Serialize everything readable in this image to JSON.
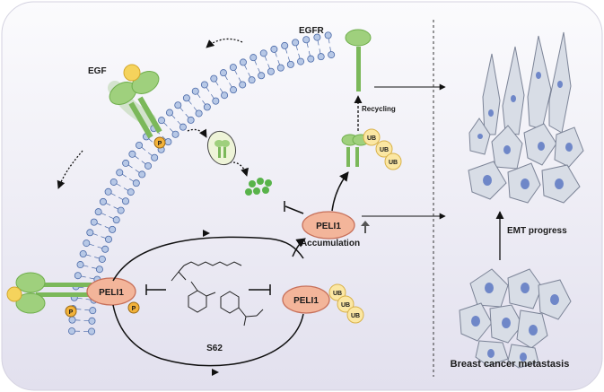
{
  "labels": {
    "egf": "EGF",
    "egfr": "EGFR",
    "recycling": "Recycling",
    "accumulation": "Accumulation",
    "emt": "EMT progress",
    "s62": "S62",
    "metastasis": "Breast cancer metastasis"
  },
  "proteins": {
    "peli1_left": "PELI1",
    "peli1_center": "PELI1",
    "peli1_right": "PELI1"
  },
  "badges": {
    "phospho": "P",
    "ub": "UB"
  },
  "colors": {
    "background": "#e8e6f2",
    "membrane_head": "#b7c8e6",
    "membrane_stroke": "#4a69a8",
    "receptor": "#8cc56a",
    "peli1_fill": "#f3b59a",
    "peli1_stroke": "#c7705a",
    "ub_fill": "#fbe7a3",
    "ub_stroke": "#d9b24a",
    "egf_ligand": "#f5d35c",
    "phospho_fill": "#f2b23a",
    "cell_fill": "#d8dde6",
    "nucleus": "#6f87c8",
    "dots": "#58b34a"
  }
}
